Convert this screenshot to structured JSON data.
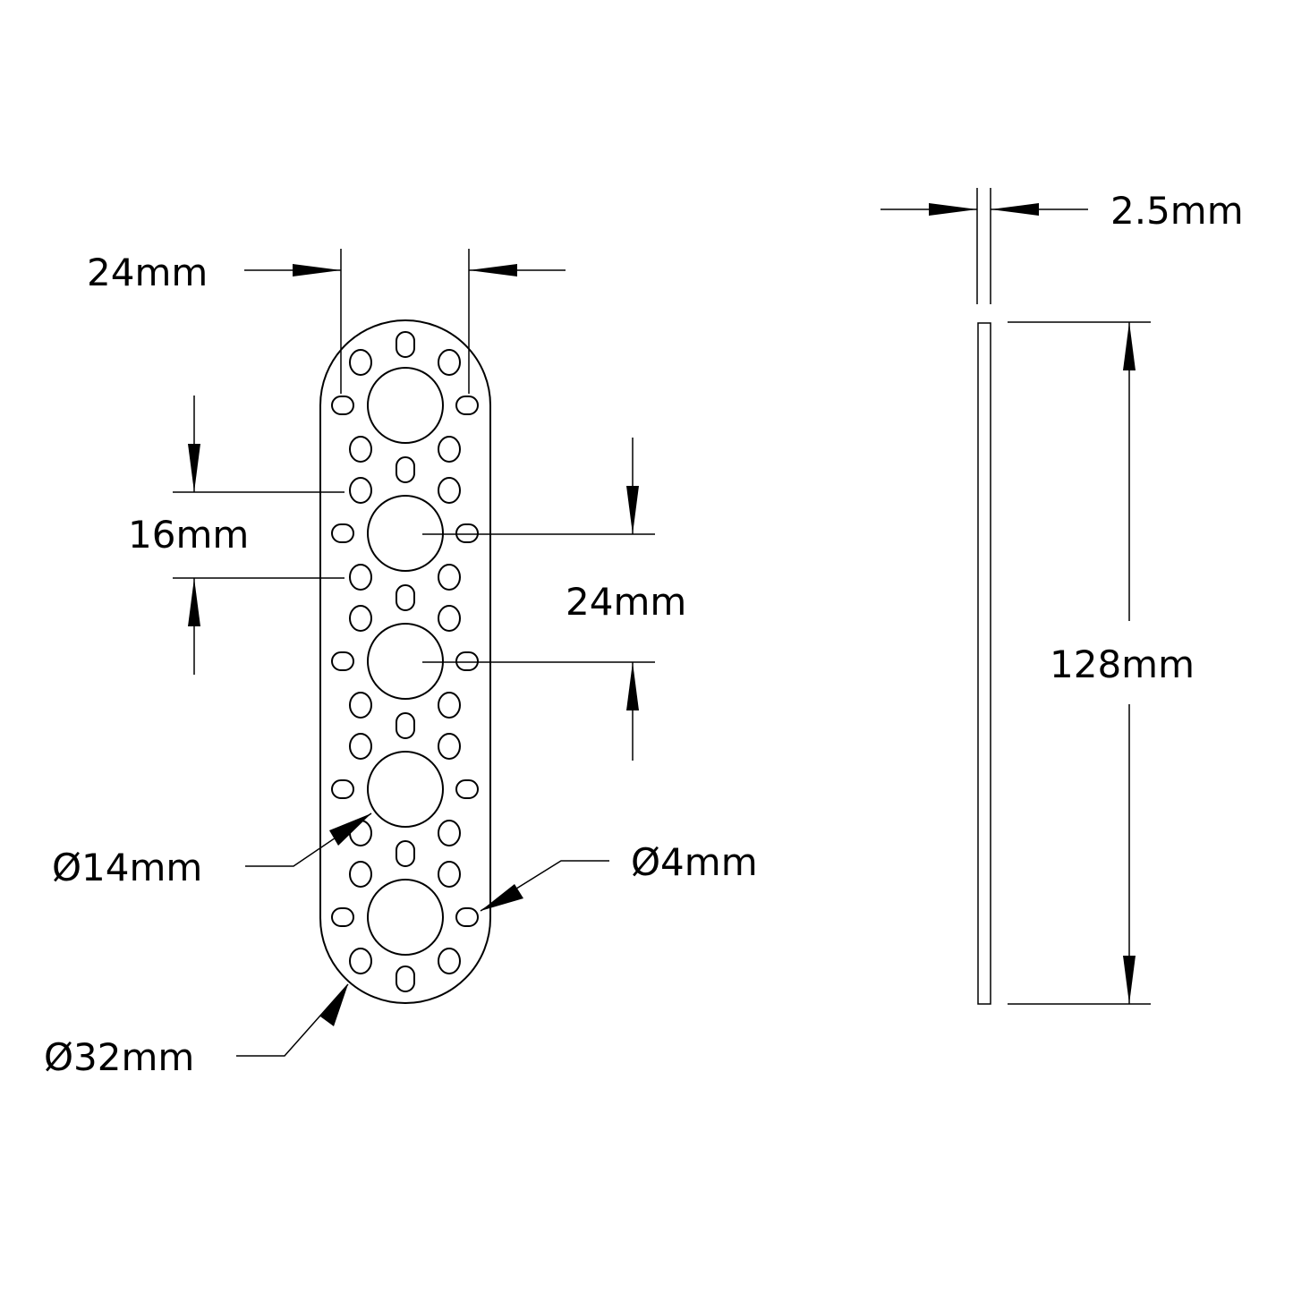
{
  "drawing": {
    "stroke_color": "#000000",
    "background": "#ffffff"
  },
  "front_view": {
    "dims": {
      "hole_spacing_horizontal": "24mm",
      "slot_spacing_vertical": "16mm",
      "hole_spacing_vertical": "24mm",
      "large_hole_diameter": "Ø14mm",
      "small_hole_diameter": "Ø4mm",
      "end_radius_diameter": "Ø32mm"
    },
    "large_hole_count": 5
  },
  "side_view": {
    "dims": {
      "thickness": "2.5mm",
      "length": "128mm"
    }
  }
}
